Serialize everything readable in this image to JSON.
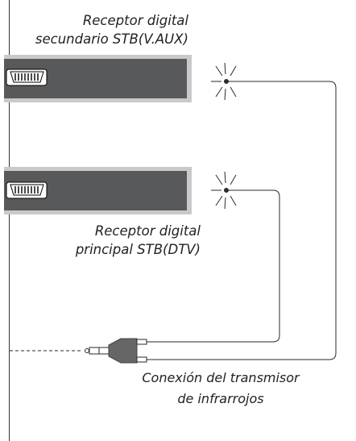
{
  "labels": {
    "aux_line1": "Receptor digital",
    "aux_line2": "secundario STB(V.AUX)",
    "dtv_line1": "Receptor digital",
    "dtv_line2": "principal STB(DTV)",
    "ir_line1": "Conexión del transmisor",
    "ir_line2": "de infrarrojos"
  },
  "colors": {
    "device_fill": "#58595b",
    "device_border": "#c9c9c9",
    "cable": "#2a2a2a",
    "plug": "#666666"
  },
  "icons": {
    "ir_emitter": "ir-emitter-icon",
    "scart": "scart-connector-icon",
    "plug": "ir-plug-icon"
  }
}
